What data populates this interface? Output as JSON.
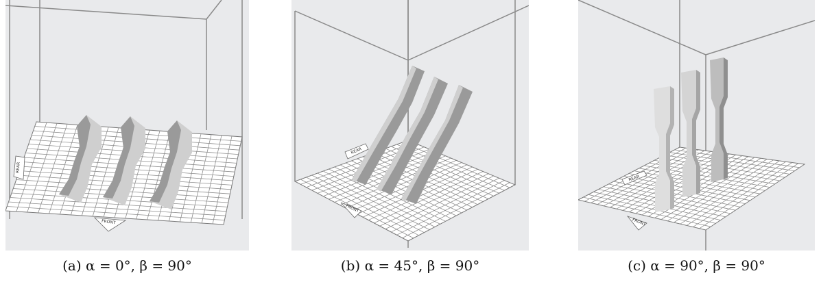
{
  "figure": {
    "panels": [
      {
        "id": "a",
        "caption": "(a) α = 0°, β = 90°",
        "alpha": "0°",
        "beta": "90°",
        "labels": {
          "front": "FRONT",
          "rear": "REAR"
        }
      },
      {
        "id": "b",
        "caption": "(b) α = 45°, β = 90°",
        "alpha": "45°",
        "beta": "90°",
        "labels": {
          "front": "FRONT",
          "rear": "REAR"
        }
      },
      {
        "id": "c",
        "caption": "(c) α = 90°, β = 90°",
        "alpha": "90°",
        "beta": "90°",
        "labels": {
          "front": "FRONT",
          "rear": "REAR"
        }
      }
    ]
  },
  "colors": {
    "background": "#e9eaec",
    "build_plate": "#ffffff",
    "grid_line": "#8d8d8d",
    "frame_line": "#8a8a8a",
    "specimen_light": "#d9d9d9",
    "specimen_dark": "#8f8f8f"
  }
}
